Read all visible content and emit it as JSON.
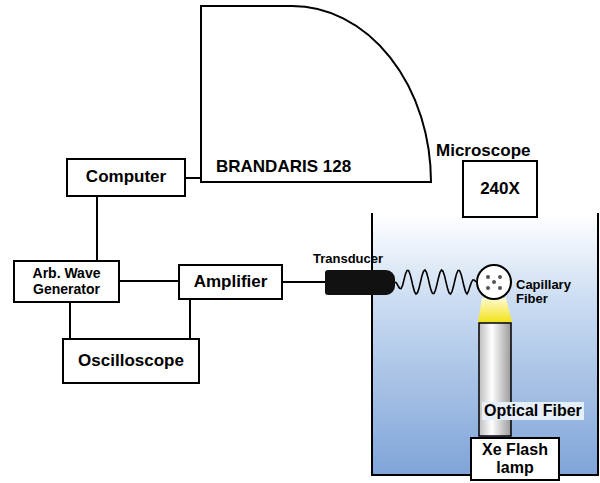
{
  "diagram": {
    "nodes": [
      {
        "text": [
          "Computer"
        ]
      },
      {
        "text": [
          "BRANDARIS 128"
        ]
      },
      {
        "text": [
          "Microscope",
          "240X"
        ]
      },
      {
        "text": [
          "Arb. Wave Generator"
        ]
      },
      {
        "text": [
          "Amplifier"
        ]
      },
      {
        "text": [
          "Transducer"
        ]
      },
      {
        "text": [
          "Capillary Fiber"
        ]
      },
      {
        "text": [
          "Oscilloscope"
        ]
      },
      {
        "text": [
          "Optical Fiber"
        ]
      },
      {
        "text": [
          "Xe Flash lamp"
        ]
      }
    ],
    "edges": [
      {
        "from": 0,
        "to": 1,
        "arrow": "none"
      },
      {
        "from": 0,
        "to": 3,
        "arrow": "none"
      },
      {
        "from": 3,
        "to": 4,
        "arrow": "none"
      },
      {
        "from": 3,
        "to": 7,
        "arrow": "none"
      },
      {
        "from": 4,
        "to": 7,
        "arrow": "none"
      },
      {
        "from": 4,
        "to": 5,
        "arrow": "none"
      },
      {
        "from": 5,
        "to": 6,
        "arrow": "none"
      }
    ]
  }
}
